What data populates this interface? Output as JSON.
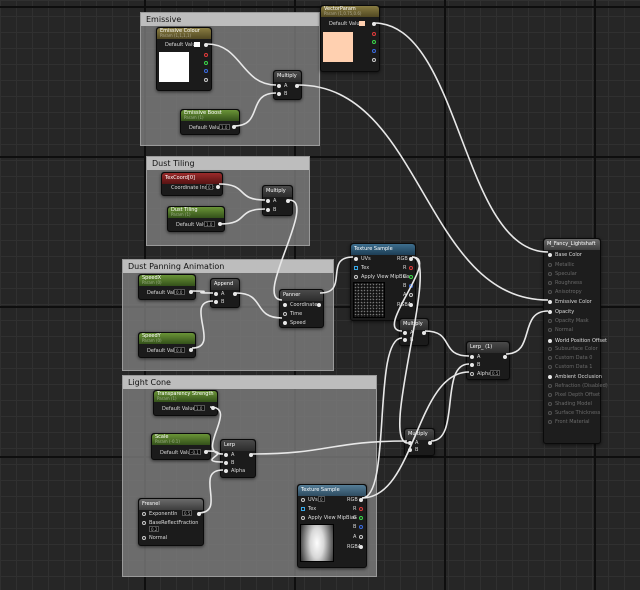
{
  "comments": {
    "emissive": "Emissive",
    "dust_tiling": "Dust Tiling",
    "dust_panning": "Dust Panning Animation",
    "light_cone": "Light Cone"
  },
  "emissive_colour": {
    "title": "Emissive Colour",
    "subtitle": "Param (1,1,1,1)",
    "default_value_label": "Default Value",
    "swatch_color": "#ffffff"
  },
  "emissive_boost": {
    "title": "Emissive Boost",
    "subtitle": "Param (1)",
    "default_value_label": "Default Value",
    "default_value": "1.0"
  },
  "multiply_emissive": {
    "title": "Multiply",
    "a": "A",
    "b": "B"
  },
  "vector_param": {
    "title": "VectorParam",
    "subtitle": "Param (1,0.75,0.6)",
    "default_value_label": "Default Value",
    "swatch_color": "#ffd0b0"
  },
  "texcoord": {
    "title": "TexCoord[0]",
    "coordinate_index_label": "Coordinate Index",
    "coordinate_index": "0"
  },
  "dust_tiling_param": {
    "title": "Dust Tiling",
    "subtitle": "Param (1)",
    "default_value_label": "Default Value",
    "default_value": "1.0"
  },
  "multiply_tiling": {
    "title": "Multiply",
    "a": "A",
    "b": "B"
  },
  "speed_x": {
    "title": "SpeedX",
    "subtitle": "Param (0)",
    "default_value_label": "Default Value",
    "default_value": "0.0"
  },
  "speed_y": {
    "title": "SpeedY",
    "subtitle": "Param (0)",
    "default_value_label": "Default Value",
    "default_value": "0.0"
  },
  "append": {
    "title": "Append",
    "a": "A",
    "b": "B"
  },
  "panner": {
    "title": "Panner",
    "coordinate": "Coordinate",
    "time": "Time",
    "speed": "Speed"
  },
  "texture_sample_dust": {
    "title": "Texture Sample",
    "uvs": "UVs",
    "tex": "Tex",
    "apply_view_mip_bias": "Apply View MipBias",
    "rgb": "RGB",
    "r": "R",
    "g": "G",
    "b": "B",
    "a": "A",
    "rgba": "RGBA"
  },
  "multiply_dust": {
    "title": "Multiply",
    "a": "A",
    "b": "B"
  },
  "lerp_final": {
    "title": "Lerp_ (1)",
    "a": "A",
    "b": "B",
    "alpha": "Alpha",
    "alpha_value": "0.5"
  },
  "transparency_strength": {
    "title": "Transparency Strength",
    "subtitle": "Param (1)",
    "default_value_label": "Default Value",
    "default_value": "1.0"
  },
  "scale_param": {
    "title": "Scale",
    "subtitle": "Param (-0.1)",
    "default_value_label": "Default Value",
    "default_value": "-0.1"
  },
  "lerp_cone": {
    "title": "Lerp",
    "a": "A",
    "b": "B",
    "alpha": "Alpha"
  },
  "fresnel": {
    "title": "Fresnel",
    "exponent_label": "ExponentIn",
    "exponent": "0.5",
    "base_reflect_label": "BaseReflectFraction",
    "base_reflect": "0.2",
    "normal_label": "Normal"
  },
  "texture_sample_cone": {
    "title": "Texture Sample",
    "uvs": "UVs",
    "uvs_value": "0",
    "tex": "Tex",
    "apply_view_mip_bias": "Apply View MipBias",
    "rgb": "RGB",
    "r": "R",
    "g": "G",
    "b": "B",
    "a": "A",
    "rgba": "RGBA"
  },
  "multiply_cone": {
    "title": "Multiply",
    "a": "A",
    "b": "B"
  },
  "material_output": {
    "title": "M_Fancy_Lightshaft",
    "inputs": [
      {
        "label": "Base Color",
        "active": true
      },
      {
        "label": "Metallic",
        "active": false
      },
      {
        "label": "Specular",
        "active": false
      },
      {
        "label": "Roughness",
        "active": false
      },
      {
        "label": "Anisotropy",
        "active": false
      },
      {
        "label": "Emissive Color",
        "active": true
      },
      {
        "label": "Opacity",
        "active": true
      },
      {
        "label": "Opacity Mask",
        "active": false
      },
      {
        "label": "Normal",
        "active": false
      },
      {
        "label": "World Position Offset",
        "active": true
      },
      {
        "label": "Subsurface Color",
        "active": false
      },
      {
        "label": "Custom Data 0",
        "active": false
      },
      {
        "label": "Custom Data 1",
        "active": false
      },
      {
        "label": "Ambient Occlusion",
        "active": true
      },
      {
        "label": "Refraction (Disabled)",
        "active": false
      },
      {
        "label": "Pixel Depth Offset",
        "active": false
      },
      {
        "label": "Shading Model",
        "active": false
      },
      {
        "label": "Surface Thickness",
        "active": false
      },
      {
        "label": "Front Material",
        "active": false
      }
    ]
  },
  "colors": {
    "wire": "#e8e8e8",
    "comment_header": "#bdbdbd",
    "comment_body": "#808080",
    "node_body": "#1b1b1b",
    "param_vector": "#8a7d42",
    "param_scalar": "#6a9437",
    "texcoord": "#9c2a2a",
    "texture": "#3d6e8e"
  }
}
